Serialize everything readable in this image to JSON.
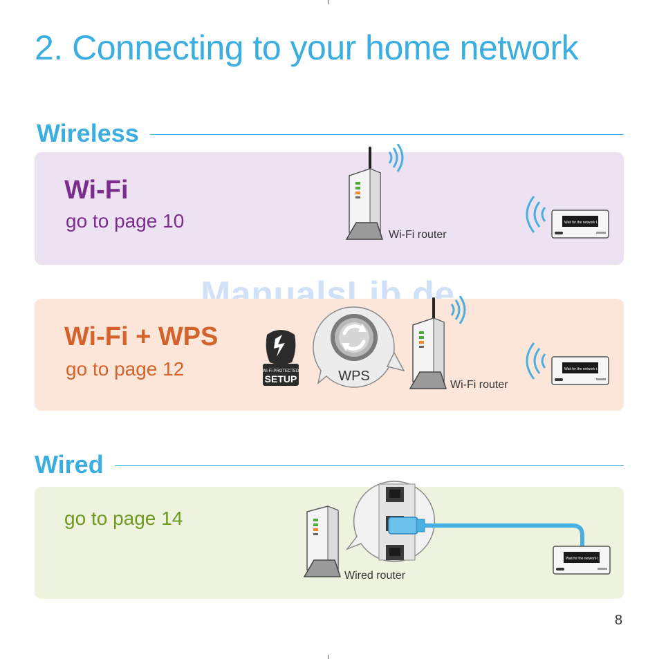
{
  "page": {
    "title": "2. Connecting to your home network",
    "page_number": "8",
    "watermark": "ManualsLib.de"
  },
  "colors": {
    "heading_blue": "#3aaee0",
    "wifi_purple": "#7b2d8e",
    "wps_orange": "#d4622a",
    "wired_green": "#6f9a1e",
    "wifi_panel": "#ede2f1",
    "wps_panel": "#fbe6d9",
    "wired_panel": "#eef3e0",
    "cable_blue": "#4aaee0"
  },
  "wireless": {
    "heading": "Wireless",
    "wifi": {
      "title": "Wi-Fi",
      "goto_prefix": "go to ",
      "goto_page": "page 10",
      "router_caption": "Wi-Fi router"
    },
    "wps": {
      "title": "Wi-Fi + WPS",
      "goto_prefix": "go to ",
      "goto_page": "page 12",
      "logo_line1": "Wi-Fi PROTECTED",
      "logo_line2": "SETUP",
      "button_label": "WPS",
      "router_caption": "Wi-Fi router"
    }
  },
  "wired": {
    "heading": "Wired",
    "goto_prefix": "go to ",
    "goto_page": "page 14",
    "router_caption": "Wired router"
  },
  "device": {
    "screen_line1": "Wait for the network t..."
  }
}
